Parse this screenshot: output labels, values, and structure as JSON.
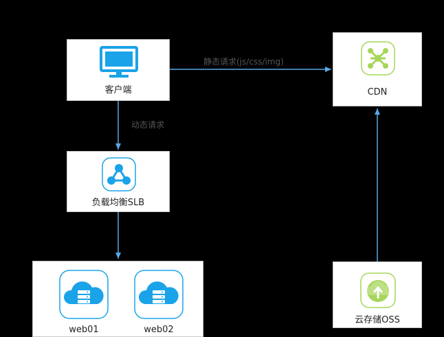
{
  "nodes": {
    "client": {
      "label": "客户端",
      "icon": "monitor-icon"
    },
    "cdn": {
      "label": "CDN",
      "icon": "cdn-network-icon"
    },
    "slb": {
      "label": "负载均衡SLB",
      "icon": "load-balancer-icon"
    },
    "web01": {
      "label": "web01",
      "icon": "cloud-server-icon"
    },
    "web02": {
      "label": "web02",
      "icon": "cloud-server-icon"
    },
    "oss": {
      "label": "云存储OSS",
      "icon": "cloud-storage-icon"
    }
  },
  "edges": {
    "static_request": "静态请求(js/css/img)",
    "dynamic_request": "动态请求"
  },
  "colors": {
    "blue_icon": "#1aa3e8",
    "green_icon": "#a6d65a",
    "arrow": "#5aa7e6"
  }
}
